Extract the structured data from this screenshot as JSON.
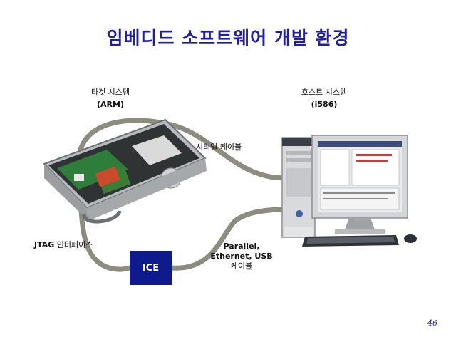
{
  "title": "임베디드 소프트웨어 개발 환경",
  "target": {
    "label": "타겟 시스템",
    "sub": "(ARM)"
  },
  "host": {
    "label": "호스트 시스템",
    "sub": "(i586)"
  },
  "serial_cable": "시리얼 케이블",
  "jtag_interface": {
    "bold": "JTAG",
    "rest": " 인터페이스"
  },
  "ice_box": "ICE",
  "host_cable": {
    "line1": "Parallel,",
    "line2": "Ethernet, USB",
    "line3": "케이블"
  },
  "page_number": "46",
  "colors": {
    "title": "#1f1fa6",
    "ice": "#0f1a8c",
    "cable": "#8c8c80"
  },
  "icons": [
    "target-board-case",
    "host-pc-tower",
    "monitor",
    "keyboard",
    "mouse"
  ]
}
